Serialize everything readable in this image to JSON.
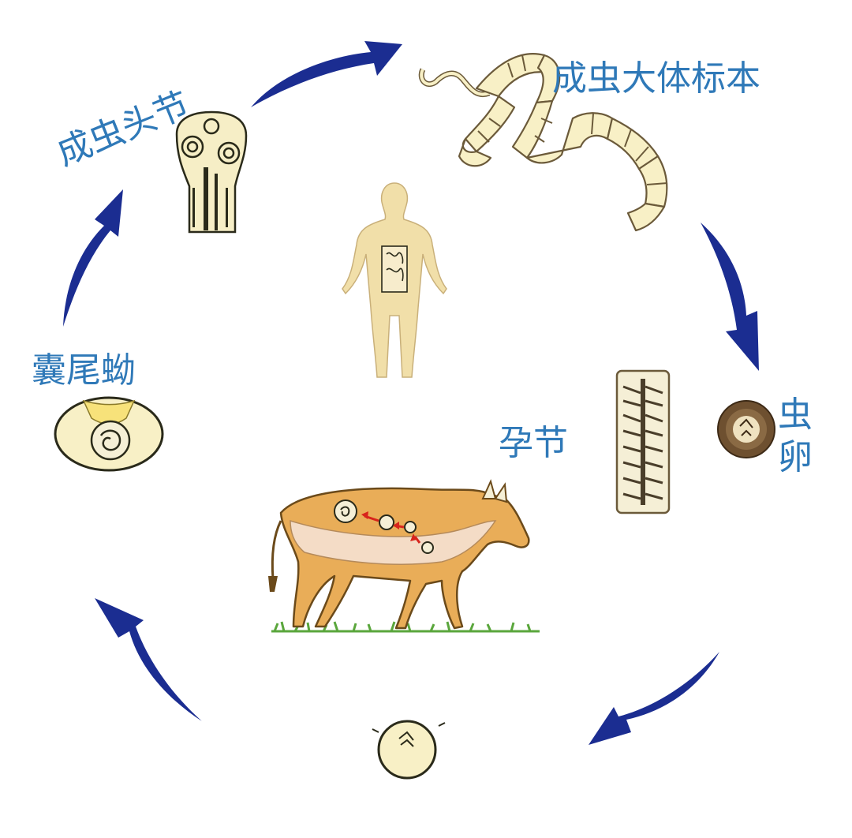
{
  "labels": {
    "adult_worm": "成虫大体标本",
    "scolex": "成虫头节",
    "cysticercus": "囊尾蚴",
    "gravid_proglottid": "孕节",
    "egg": "虫卵"
  },
  "colors": {
    "label_text": "#2f79b8",
    "arrow": "#1b2d91",
    "worm_fill": "#f8f0c6",
    "human_fill": "#f1dfa9",
    "cow_fill": "#e9ad58",
    "egg_brown": "#6e5030",
    "grass": "#5aa63c"
  },
  "icons": [
    "adult-tapeworm-icon",
    "scolex-icon",
    "human-host-icon",
    "gravid-proglottid-icon",
    "egg-icon",
    "cow-host-icon",
    "oncosphere-icon",
    "cysticercus-icon",
    "cycle-arrow-icon"
  ]
}
